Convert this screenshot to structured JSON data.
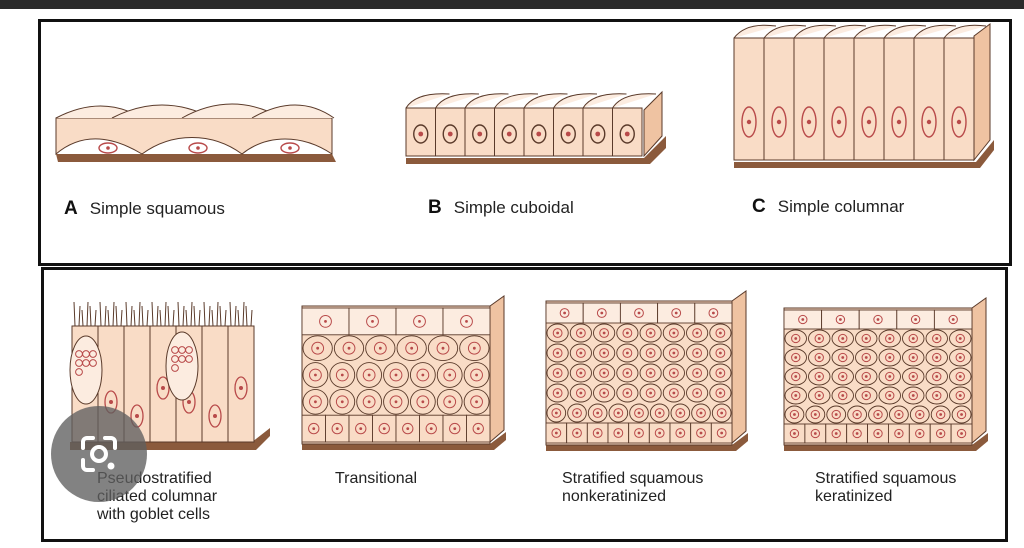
{
  "panels": {
    "top": [
      {
        "letter": "A",
        "label": "Simple squamous"
      },
      {
        "letter": "B",
        "label": "Simple cuboidal"
      },
      {
        "letter": "C",
        "label": "Simple columnar"
      }
    ],
    "bottom": [
      {
        "lines": [
          "Pseudostratified",
          "ciliated columnar",
          "with goblet cells"
        ]
      },
      {
        "lines": [
          "Transitional"
        ]
      },
      {
        "lines": [
          "Stratified squamous",
          "nonkeratinized"
        ]
      },
      {
        "lines": [
          "Stratified squamous",
          "keratinized"
        ]
      }
    ]
  },
  "overlay": {
    "icon": "google-lens-icon"
  },
  "colors": {
    "cell": "#f9dcc6",
    "cell_light": "#fcece0",
    "cell_side": "#efc3a2",
    "outline": "#5a3a2a",
    "nucleus": "#b84a4a",
    "basement": "#8b5a3c",
    "keratin": "#ec9a96"
  }
}
